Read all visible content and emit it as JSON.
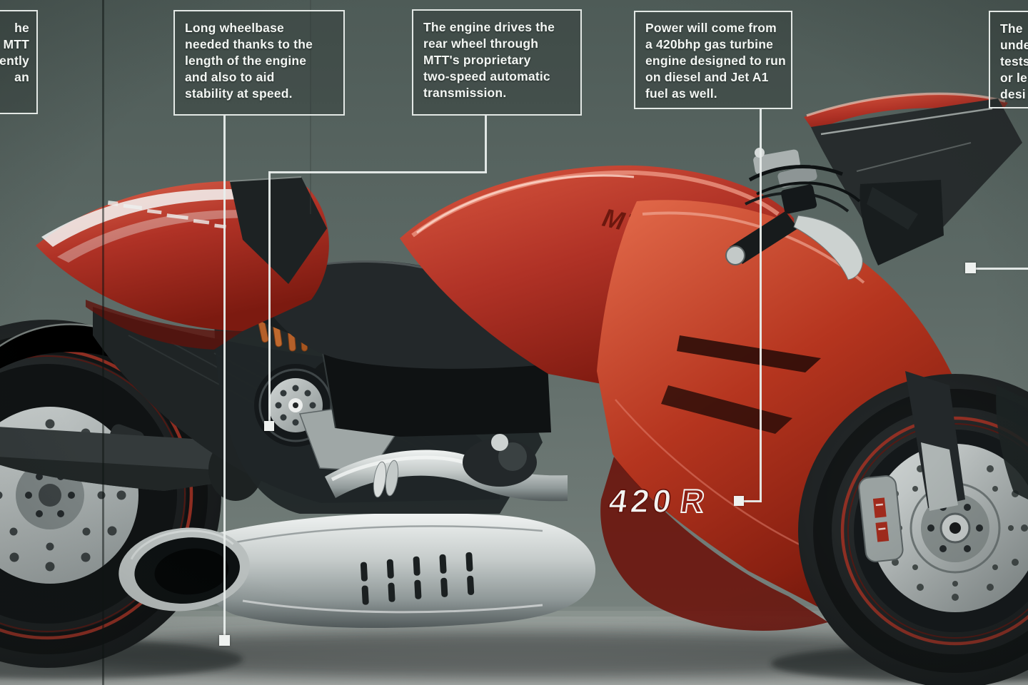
{
  "callouts": [
    {
      "id": "left-partial",
      "lines": [
        "he",
        "MTT",
        "ently",
        "an"
      ]
    },
    {
      "id": "wheelbase",
      "lines": [
        "Long wheelbase",
        "needed thanks to the",
        "length of the engine",
        "and also to aid",
        "stability at speed."
      ]
    },
    {
      "id": "transmission",
      "lines": [
        "The engine drives the",
        "rear wheel through",
        "MTT's proprietary",
        "two-speed automatic",
        "transmission."
      ]
    },
    {
      "id": "power",
      "lines": [
        "Power will come from",
        "a 420bhp gas turbine",
        "engine designed to run",
        "on diesel and Jet A1",
        "fuel as well."
      ]
    },
    {
      "id": "right-partial",
      "lines": [
        "The",
        "unde",
        "tests",
        "or le",
        "desi"
      ]
    }
  ],
  "decals": {
    "model_badge_num": "420",
    "model_badge_letter": "R",
    "tank_logo": "MTT"
  },
  "colors": {
    "background": "#586561",
    "floor": "#9aa19e",
    "bike_red": "#b03226",
    "bike_red_dark": "#6f150c",
    "chrome": "#c9cfce",
    "connector": "#e9eeec",
    "box_border": "#e3e8e5",
    "text": "#f3f6f3"
  }
}
